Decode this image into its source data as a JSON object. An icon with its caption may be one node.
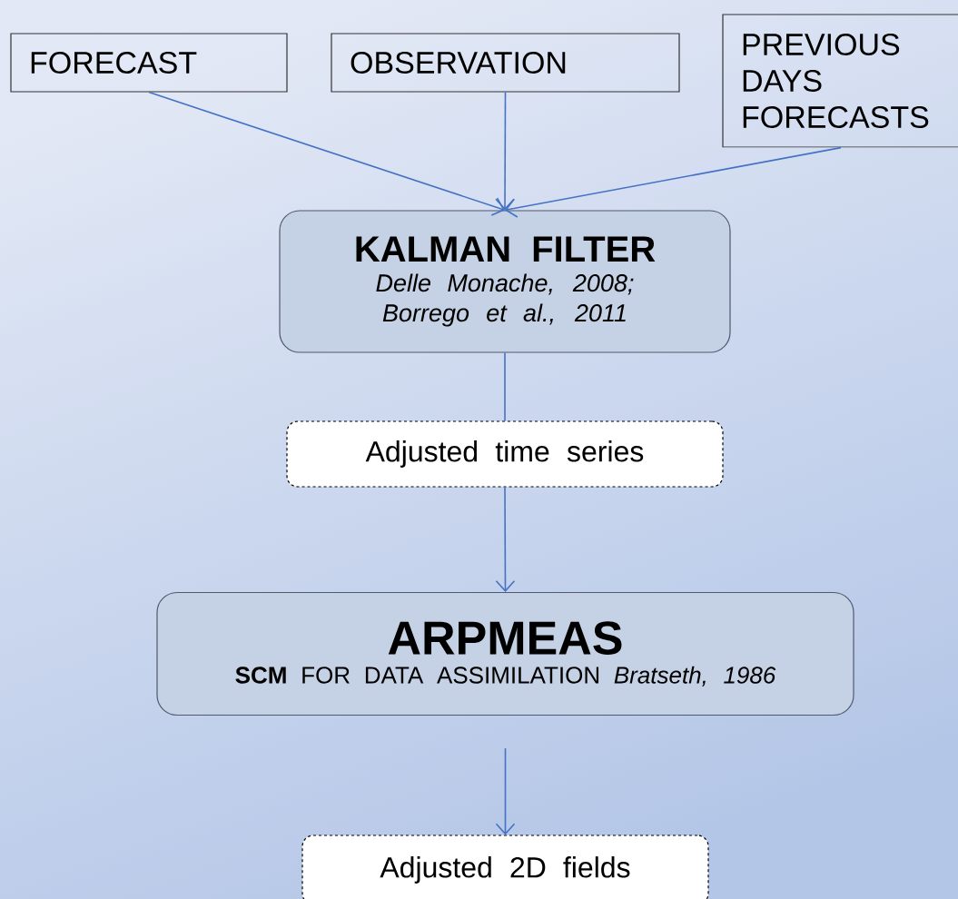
{
  "diagram": {
    "nodes": [
      {
        "text": [
          "FORECAST"
        ]
      },
      {
        "text": [
          "OBSERVATION"
        ]
      },
      {
        "text": [
          "PREVIOUS DAYS FORECASTS"
        ]
      },
      {
        "text": [
          "KALMAN FILTER",
          "Delle Monache, 2008; Borrego et al., 2011"
        ]
      },
      {
        "text": [
          "Adjusted time series"
        ]
      },
      {
        "text": [
          "ARPMEAS",
          "**SCM** FOR DATA ASSIMILATION *Bratseth, 1986*"
        ]
      },
      {
        "text": [
          "Adjusted 2D fields"
        ]
      }
    ],
    "edges": [
      {
        "from": 0,
        "to": 3,
        "arrow": "to"
      },
      {
        "from": 1,
        "to": 3,
        "arrow": "to"
      },
      {
        "from": 2,
        "to": 3,
        "arrow": "to"
      },
      {
        "from": 3,
        "to": 4,
        "arrow": "none"
      },
      {
        "from": 4,
        "to": 5,
        "arrow": "to"
      },
      {
        "from": 5,
        "to": 6,
        "arrow": "to"
      }
    ]
  }
}
